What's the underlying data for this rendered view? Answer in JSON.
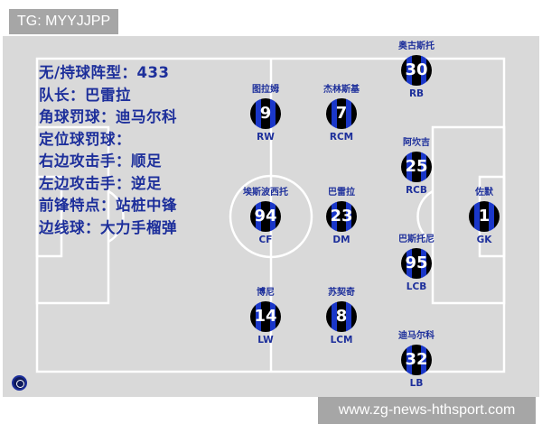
{
  "header": {
    "tag": "TG: MYYJJPP"
  },
  "footer": {
    "watermark": "www.zg-news-hthsport.com"
  },
  "info": {
    "lines": [
      "无/持球阵型：433",
      "队长：巴雷拉",
      "角球罚球：迪马尔科",
      "定位球罚球：",
      "右边攻击手：顺足",
      "左边攻击手：逆足",
      "前锋特点：站桩中锋",
      "边线球：大力手榴弹"
    ]
  },
  "team": {
    "logo": "inter-milan-logo",
    "colors": {
      "stripe_blue": "#1a37c9",
      "stripe_black": "#000000",
      "text": "#1d2f9b",
      "pitch": "#d9d9d9",
      "lines": "#ffffff"
    }
  },
  "players": [
    {
      "name": "奥古斯托",
      "number": "30",
      "position": "RB"
    },
    {
      "name": "图拉姆",
      "number": "9",
      "position": "RW"
    },
    {
      "name": "杰林斯基",
      "number": "7",
      "position": "RCM"
    },
    {
      "name": "阿坎吉",
      "number": "25",
      "position": "RCB"
    },
    {
      "name": "佐默",
      "number": "1",
      "position": "GK"
    },
    {
      "name": "埃斯波西托",
      "number": "94",
      "position": "CF"
    },
    {
      "name": "巴雷拉",
      "number": "23",
      "position": "DM"
    },
    {
      "name": "巴斯托尼",
      "number": "95",
      "position": "LCB"
    },
    {
      "name": "博尼",
      "number": "14",
      "position": "LW"
    },
    {
      "name": "苏契奇",
      "number": "8",
      "position": "LCM"
    },
    {
      "name": "迪马尔科",
      "number": "32",
      "position": "LB"
    }
  ]
}
